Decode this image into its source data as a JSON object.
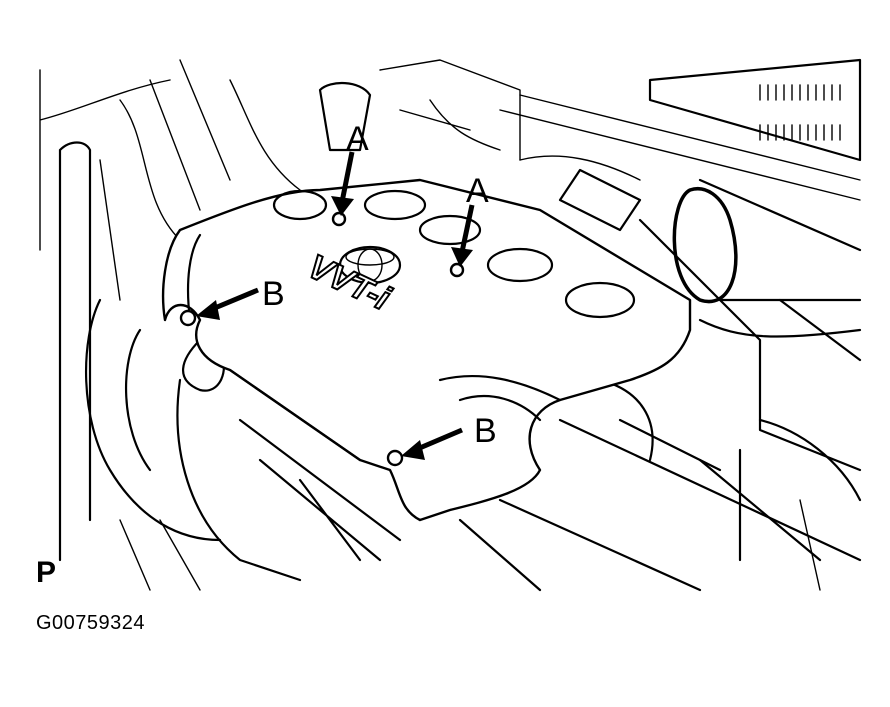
{
  "diagram": {
    "callouts": {
      "a1": "A",
      "a2": "A",
      "b1": "B",
      "b2": "B"
    },
    "engine_cover_text": "VVT-i",
    "view_label": "P",
    "figure_id": "G00759324"
  }
}
